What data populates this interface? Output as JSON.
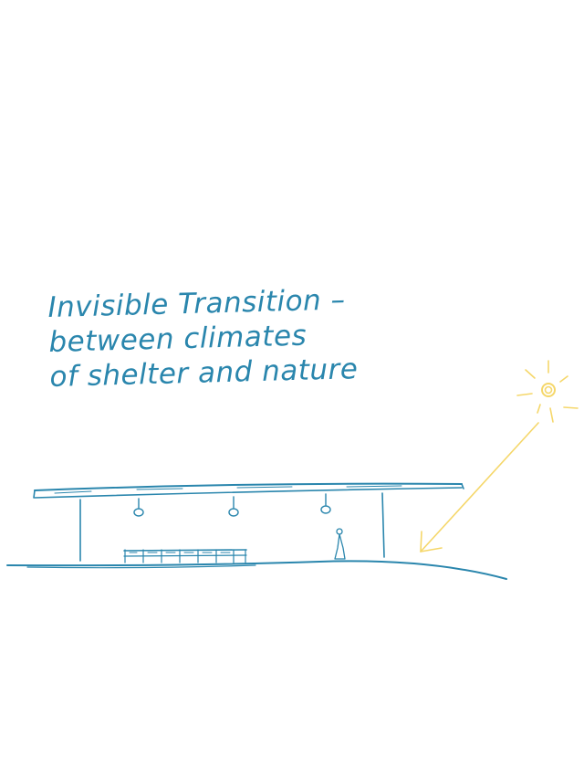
{
  "note": {
    "lines": [
      "Invisible Transition –",
      "between climates",
      "of shelter and nature"
    ]
  },
  "colors": {
    "ink_blue": "#2a86ad",
    "sun_yellow": "#f5d76a",
    "background": "#ffffff"
  },
  "icons": {
    "sun": "sun-icon",
    "arrow": "arrow-down-left-icon",
    "person": "person-figure-icon",
    "lamp": "pendant-lamp-icon"
  }
}
